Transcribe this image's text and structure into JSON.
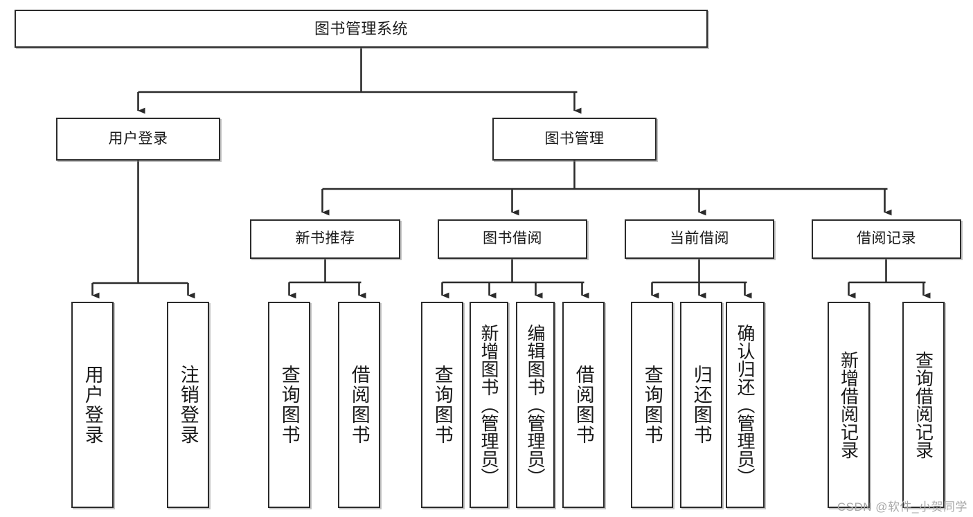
{
  "diagram": {
    "title": "图书管理系统",
    "type": "tree",
    "watermark": "CSDN @软件_小贺同学",
    "colors": {
      "box_border": "#2b2b2b",
      "box_fill": "#ffffff",
      "connector": "#2b2b2b",
      "text": "#1a1a1a",
      "watermark": "#a8a8a8",
      "background": "#ffffff"
    },
    "root": {
      "label": "图书管理系统"
    },
    "level2": [
      {
        "label": "用户登录"
      },
      {
        "label": "图书管理"
      }
    ],
    "level3": [
      {
        "label": "新书推荐"
      },
      {
        "label": "图书借阅"
      },
      {
        "label": "当前借阅"
      },
      {
        "label": "借阅记录"
      }
    ],
    "leaves": {
      "user_login": [
        {
          "label": "用户登录"
        },
        {
          "label": "注销登录"
        }
      ],
      "new_book_recommend": [
        {
          "label": "查询图书"
        },
        {
          "label": "借阅图书"
        }
      ],
      "book_borrow": [
        {
          "label": "查询图书"
        },
        {
          "label": "新增图书（管理员）"
        },
        {
          "label": "编辑图书（管理员）"
        },
        {
          "label": "借阅图书"
        }
      ],
      "current_borrow": [
        {
          "label": "查询图书"
        },
        {
          "label": "归还图书"
        },
        {
          "label": "确认归还（管理员）"
        }
      ],
      "borrow_record": [
        {
          "label": "新增借阅记录"
        },
        {
          "label": "查询借阅记录"
        }
      ]
    }
  }
}
